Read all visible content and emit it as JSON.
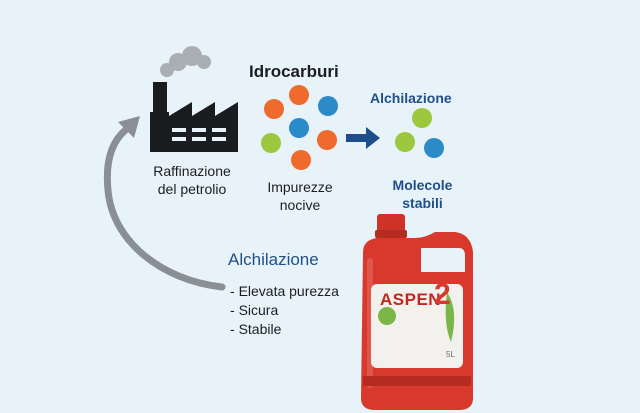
{
  "refinery": {
    "label_line1": "Raffinazione",
    "label_line2": "del petrolio"
  },
  "hydrocarbons": {
    "title": "Idrocarburi",
    "label_line1": "Impurezze",
    "label_line2": "nocive"
  },
  "alkylation_step": {
    "title": "Alchilazione",
    "label_line1": "Molecole",
    "label_line2": "stabili"
  },
  "alkylation_benefits": {
    "title": "Alchilazione",
    "items": [
      "Elevata purezza",
      "Sicura",
      "Stabile"
    ]
  },
  "product": {
    "brand": "ASPEN",
    "number": "2",
    "volume": "5L"
  },
  "colors": {
    "background": "#e8f3f9",
    "factory": "#1a1c1f",
    "blue_text": "#1f4f8b",
    "molecule_orange": "#ee6a2d",
    "molecule_blue": "#2b8ac8",
    "molecule_green": "#9bc83e",
    "arrow_grey": "#8a8f96",
    "can_red": "#d8392c"
  }
}
